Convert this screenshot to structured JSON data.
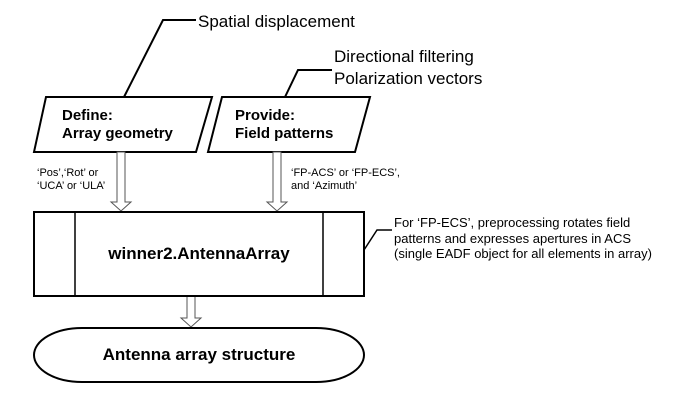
{
  "annotations": {
    "spatial": "Spatial displacement",
    "directional_line1": "Directional filtering",
    "directional_line2": "Polarization vectors",
    "ecs_line1": "For ‘FP-ECS’, preprocessing rotates field",
    "ecs_line2": "patterns and expresses apertures in ACS",
    "ecs_line3": "(single EADF object for all elements in array)"
  },
  "inputs": {
    "define": {
      "line1": "Define:",
      "line2": "Array geometry"
    },
    "provide": {
      "line1": "Provide:",
      "line2": "Field patterns"
    }
  },
  "arrow_labels": {
    "define_line1": "‘Pos’,‘Rot’ or",
    "define_line2": "‘UCA’ or ‘ULA’",
    "provide_line1": "‘FP-ACS’ or ‘FP-ECS’,",
    "provide_line2": "and  ‘Azimuth’"
  },
  "process": {
    "label": "winner2.AntennaArray"
  },
  "output": {
    "label": "Antenna array structure"
  },
  "colors": {
    "stroke": "#000000",
    "arrow_stroke": "#555555",
    "background": "#ffffff"
  }
}
